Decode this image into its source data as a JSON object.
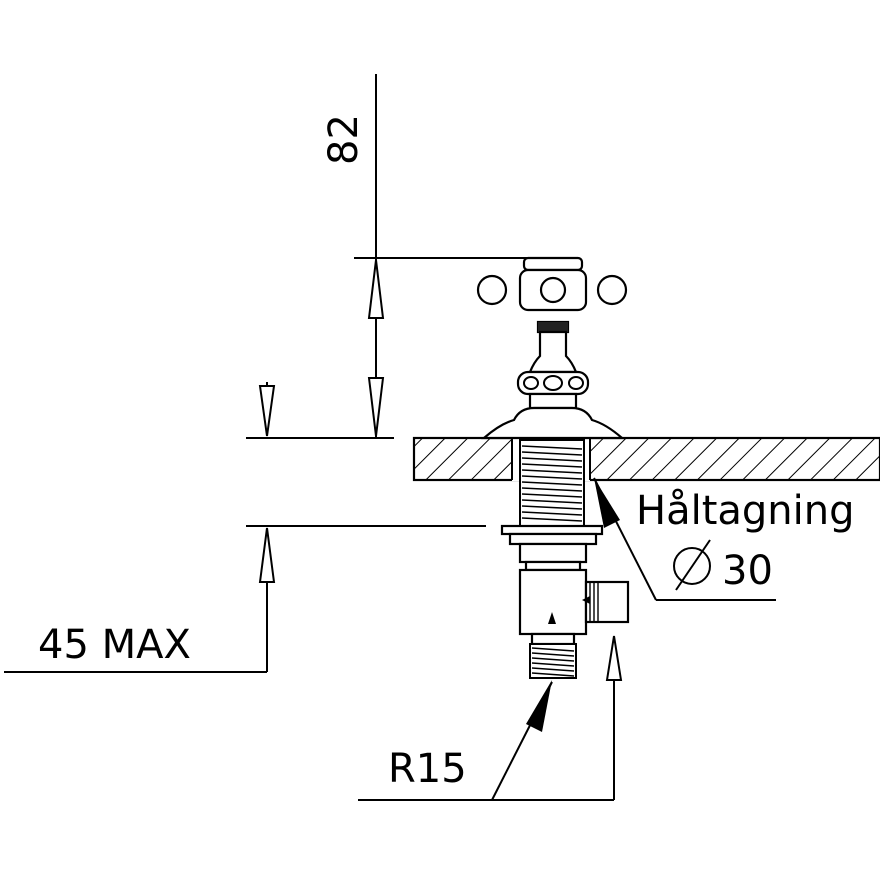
{
  "dimensions": {
    "height_above_deck": "82",
    "below_deck_max": "45 MAX",
    "thread": "R15",
    "hole_label": "Håltagning",
    "hole_diameter": "30"
  }
}
